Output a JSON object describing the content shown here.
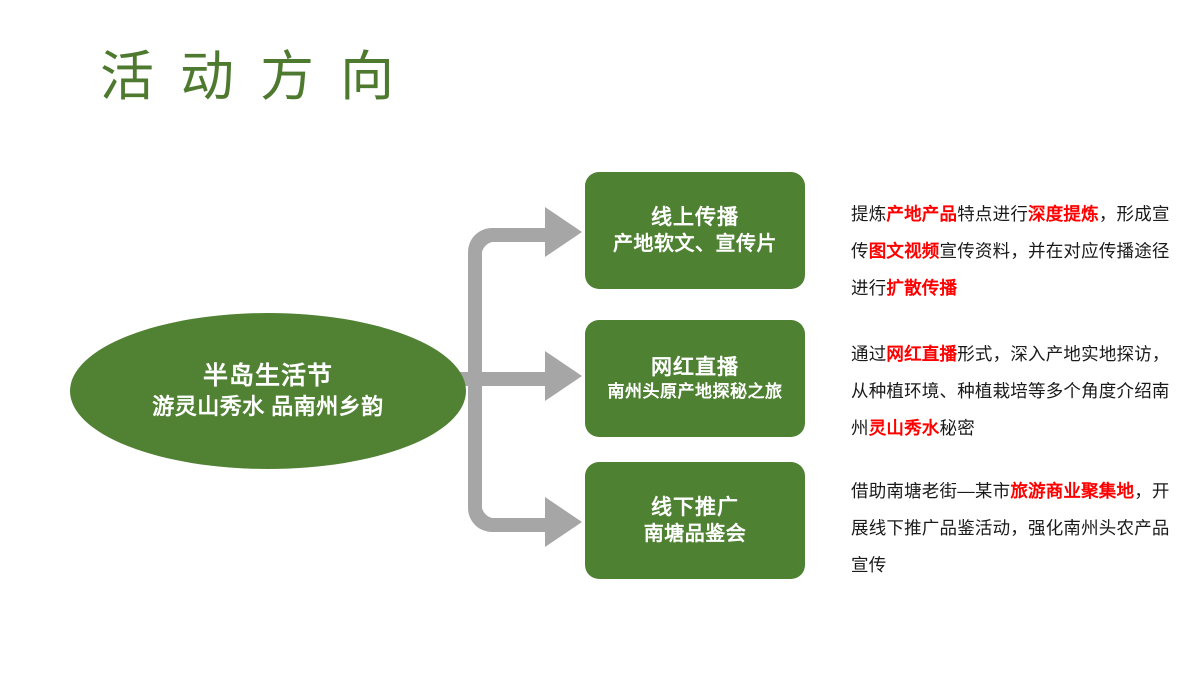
{
  "slide": {
    "title": "活动方向",
    "background_color": "#FFFFFF",
    "title_color": "#4E7A30",
    "accent_green": "#4F8133",
    "connector_gray": "#A6A6A6",
    "highlight_red": "#FF0000"
  },
  "hub": {
    "line1": "半岛生活节",
    "line2": "游灵山秀水 品南州乡韵"
  },
  "nodes": [
    {
      "title": "线上传播",
      "subtitle": "产地软文、宣传片"
    },
    {
      "title": "网红直播",
      "subtitle": "南州头原产地探秘之旅"
    },
    {
      "title": "线下推广",
      "subtitle": "南塘品鉴会"
    }
  ],
  "descriptions": [
    {
      "segments": [
        {
          "text": "提炼",
          "highlight": false
        },
        {
          "text": "产地产品",
          "highlight": true
        },
        {
          "text": "特点进行",
          "highlight": false
        },
        {
          "text": "深度提炼",
          "highlight": true
        },
        {
          "text": "，形成宣传",
          "highlight": false
        },
        {
          "text": "图文视频",
          "highlight": true
        },
        {
          "text": "宣传资料，并在对应传播途径进行",
          "highlight": false
        },
        {
          "text": "扩散传播",
          "highlight": true
        }
      ],
      "plain": "提炼产地产品特点进行深度提炼，形成宣传图文视频宣传资料，并在对应传播途径进行扩散传播"
    },
    {
      "segments": [
        {
          "text": "通过",
          "highlight": false
        },
        {
          "text": "网红直播",
          "highlight": true
        },
        {
          "text": "形式，深入产地实地探访，从种植环境、种植栽培等多个角度介绍南州",
          "highlight": false
        },
        {
          "text": "灵山秀水",
          "highlight": true
        },
        {
          "text": "秘密",
          "highlight": false
        }
      ],
      "plain": "通过网红直播形式，深入产地实地探访，从种植环境、种植栽培等多个角度介绍南州灵山秀水秘密"
    },
    {
      "segments": [
        {
          "text": "借助南塘老街—某市",
          "highlight": false
        },
        {
          "text": "旅游商业聚集地",
          "highlight": true
        },
        {
          "text": "，开展线下推广品鉴活动，强化南州头农产品宣传",
          "highlight": false
        }
      ],
      "plain": "借助南塘老街—某市旅游商业聚集地，开展线下推广品鉴活动，强化南州头农产品宣传"
    }
  ]
}
